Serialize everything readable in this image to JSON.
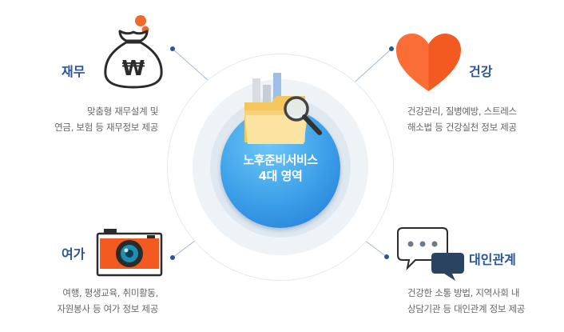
{
  "center": {
    "line1": "노후준비서비스",
    "line2": "4대 영역"
  },
  "areas": [
    {
      "title": "재무",
      "desc_line1": "맞춤형 재무설계 및",
      "desc_line2": "연금, 보험 등 재무정보 제공",
      "icon": "money-bag-icon",
      "icon_symbol": "₩"
    },
    {
      "title": "건강",
      "desc_line1": "건강관리, 질병예방, 스트레스",
      "desc_line2": "해소법 등 건강실천 정보 제공",
      "icon": "heart-icon"
    },
    {
      "title": "여가",
      "desc_line1": "여행, 평생교육, 취미활동,",
      "desc_line2": "자원봉사 등 여가 정보 제공",
      "icon": "camera-icon"
    },
    {
      "title": "대인관계",
      "desc_line1": "건강한 소통 방법, 지역사회 내",
      "desc_line2": "상담기관 등 대인관계 정보 제공",
      "icon": "speech-bubbles-icon"
    }
  ],
  "colors": {
    "title_blue": "#2a5597",
    "core_blue": "#3b9ee8",
    "heart_orange": "#f25a22",
    "bubble_navy": "#2a4361"
  }
}
